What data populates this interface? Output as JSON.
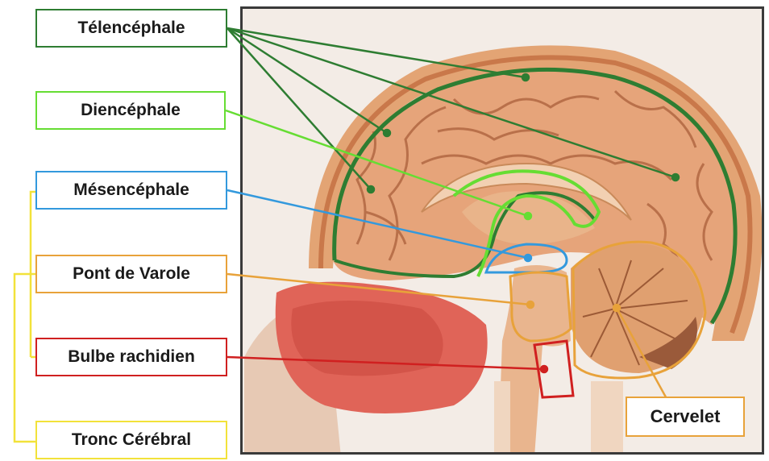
{
  "labels": {
    "telencephale": "Télencéphale",
    "diencephale": "Diencéphale",
    "mesencephale": "Mésencéphale",
    "pont": "Pont de Varole",
    "bulbe": "Bulbe rachidien",
    "tronc": "Tronc Cérébral",
    "cervelet": "Cervelet"
  },
  "colors": {
    "telencephale": "#2e7d32",
    "diencephale": "#66dd33",
    "mesencephale": "#3399dd",
    "pont": "#e8a23a",
    "bulbe": "#d02020",
    "tronc": "#f2e23a",
    "cervelet": "#e8a23a"
  }
}
